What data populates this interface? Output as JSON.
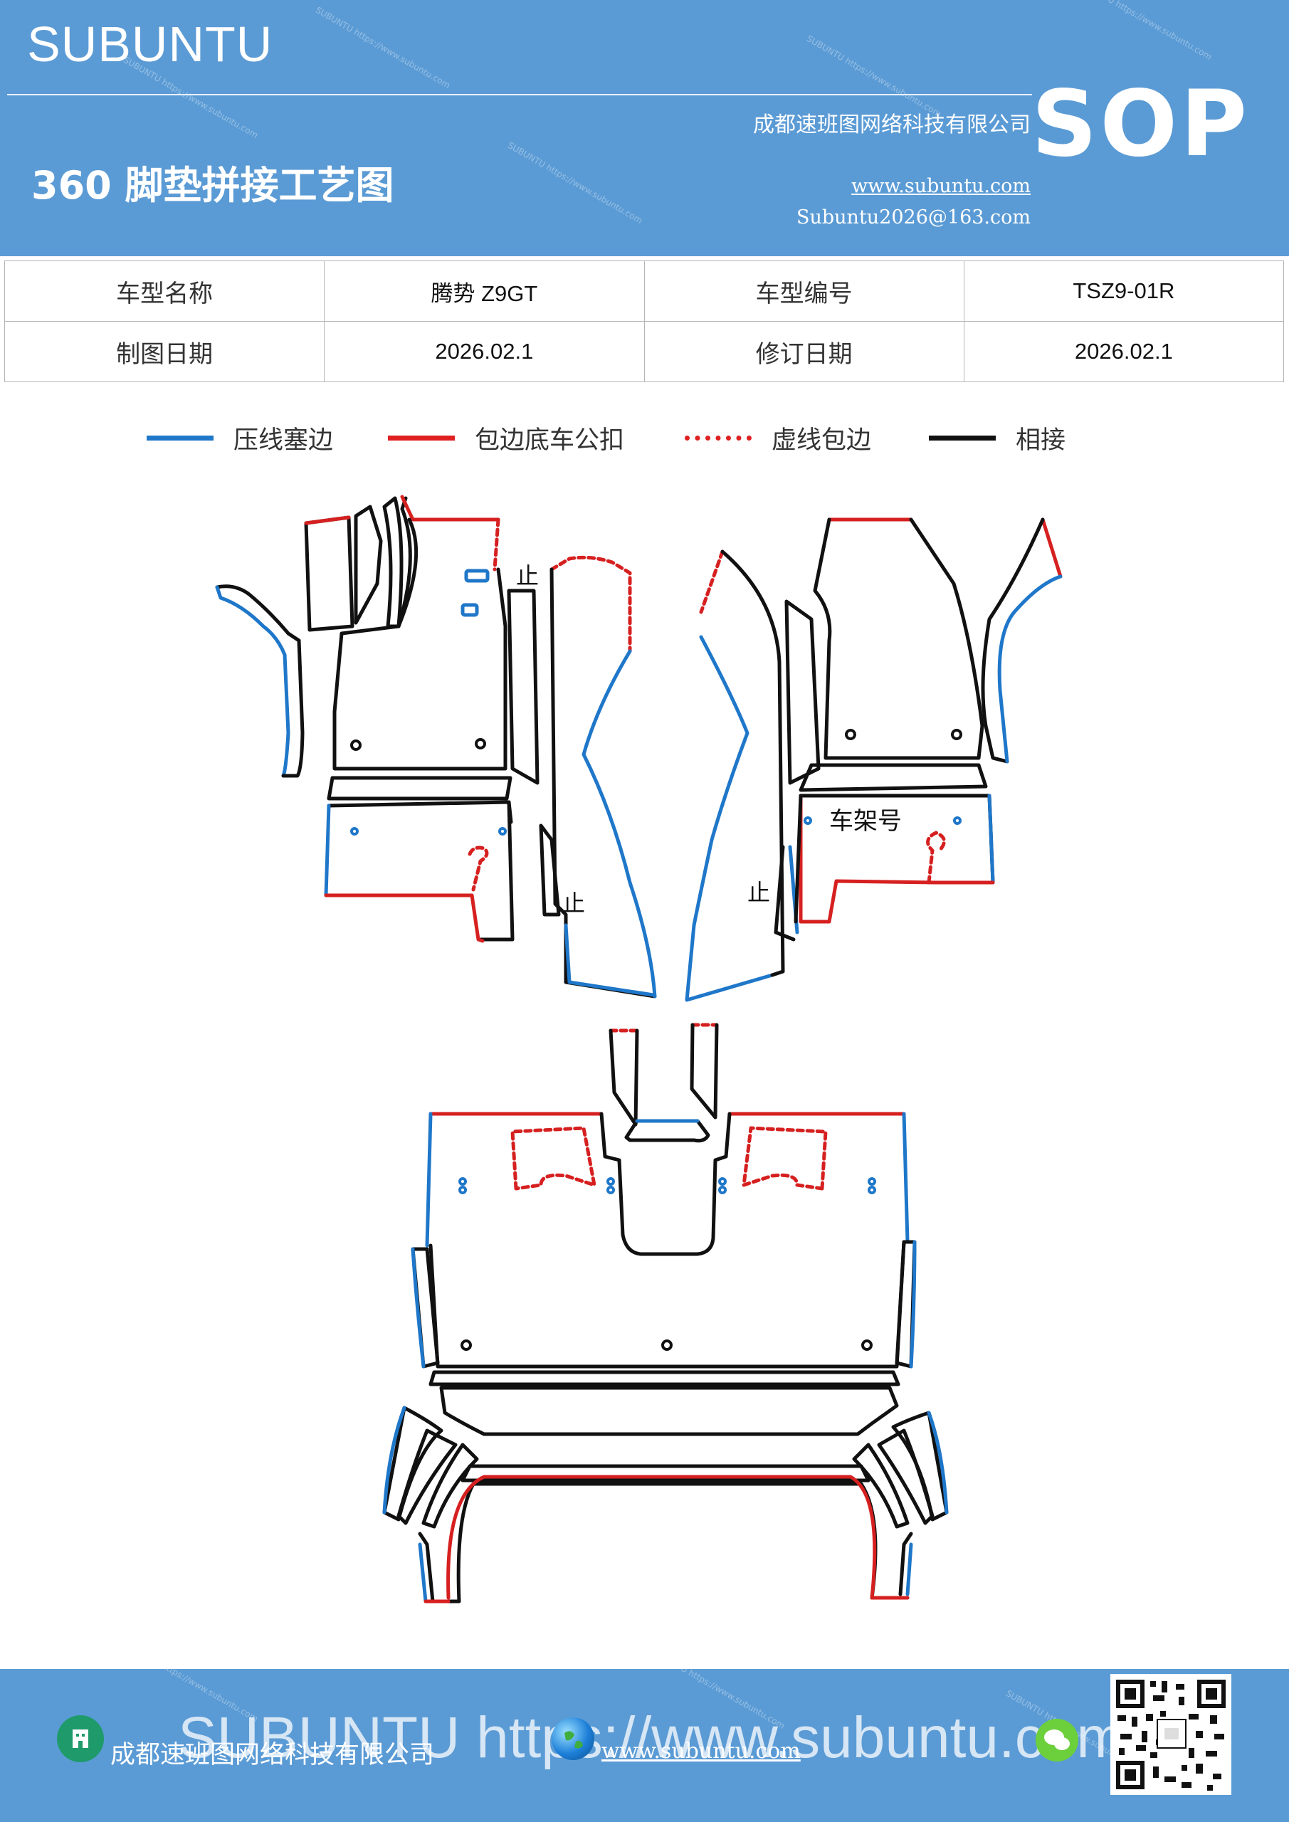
{
  "header": {
    "brand": "SUBUNTU",
    "company": "成都速班图网络科技有限公司",
    "title": "360 脚垫拼接工艺图",
    "website": "www.subuntu.com",
    "email": "Subuntu2026@163.com",
    "badge": "SOP",
    "watermark": "SUBUNTU https://www.subuntu.com"
  },
  "info_table": [
    {
      "label1": "车型名称",
      "value1": "腾势 Z9GT",
      "label2": "车型编号",
      "value2": "TSZ9-01R"
    },
    {
      "label1": "制图日期",
      "value1": "2026.02.1",
      "label2": "修订日期",
      "value2": "2026.02.1"
    }
  ],
  "legend": [
    {
      "label": "压线塞边",
      "color": "#1f77c9",
      "style": "solid"
    },
    {
      "label": "包边底车公扣",
      "color": "#e02020",
      "style": "solid"
    },
    {
      "label": "虚线包边",
      "color": "#e02020",
      "style": "dotted"
    },
    {
      "label": "相接",
      "color": "#111111",
      "style": "solid"
    }
  ],
  "diagram": {
    "labels": {
      "stop": "止",
      "frame_number": "车架号"
    },
    "colors": {
      "blue": "#1f77c9",
      "red": "#d62020",
      "black": "#111111"
    }
  },
  "footer": {
    "company": "成都速班图网络科技有限公司",
    "website": "www.subuntu.com",
    "watermark": "SUBUNTU https://www.subuntu.com",
    "icons": [
      "building-icon",
      "globe-icon",
      "wechat-icon",
      "qr-code"
    ]
  }
}
